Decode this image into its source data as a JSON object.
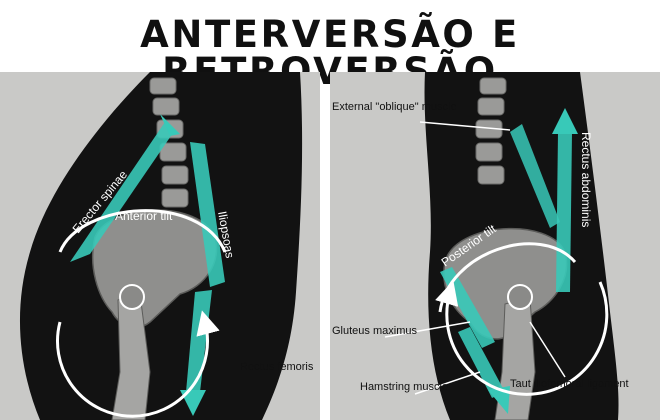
{
  "title": "ANTERVERSÃO E RETROVERSÃO",
  "colors": {
    "muscle": "#38c9b8",
    "muscle_dark": "#1a8f84",
    "body_silhouette": "#121212",
    "background_panel": "#c9c9c7",
    "bone": "#9a9a98",
    "rotation_arrow": "#ffffff"
  },
  "left_panel": {
    "tilt_label": "Anterior tilt",
    "labels": {
      "erector_spinae": "Erector spinae",
      "iliopsoas": "Iliopsoas",
      "rectus_femoris": "Rectus femoris"
    }
  },
  "right_panel": {
    "tilt_label": "Posterior tilt",
    "labels": {
      "external_oblique": "External \"oblique\" muscle",
      "rectus_abdominis": "Rectus abdominis",
      "gluteus_maximus": "Gluteus maximus",
      "hamstring_muscle": "Hamstring muscle",
      "taut_ligament": "Taut iliofemoral ligament"
    }
  }
}
